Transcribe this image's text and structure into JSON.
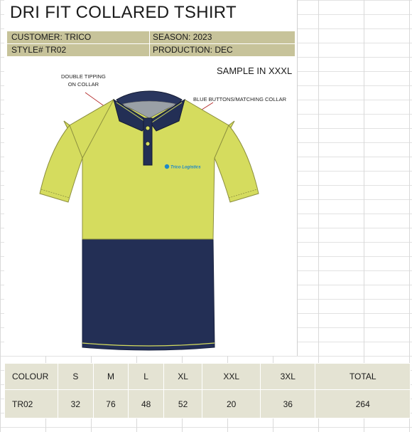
{
  "title": "DRI FIT COLLARED TSHIRT",
  "info": {
    "customer": "CUSTOMER: TRICO",
    "season": "SEASON: 2023",
    "style": "STYLE# TR02",
    "production": "PRODUCTION: DEC"
  },
  "sample_note": "SAMPLE IN XXXL",
  "callouts": {
    "tipping_line1": "DOUBLE TIPPING",
    "tipping_line2": "ON COLLAR",
    "buttons": "BLUE BUTTONS/MATCHING COLLAR"
  },
  "logo_text": "Trico Logistics",
  "colors": {
    "body_yellow": "#d5dc5e",
    "body_navy": "#232f55",
    "header_band": "#c7c39a",
    "table_bg": "#e4e3d3",
    "callout_line": "#b02020",
    "logo_blue": "#1e88c8"
  },
  "size_table": {
    "headers": [
      "COLOUR",
      "S",
      "M",
      "L",
      "XL",
      "XXL",
      "3XL",
      "TOTAL"
    ],
    "rows": [
      [
        "TR02",
        "32",
        "76",
        "48",
        "52",
        "20",
        "36",
        "264"
      ]
    ]
  }
}
